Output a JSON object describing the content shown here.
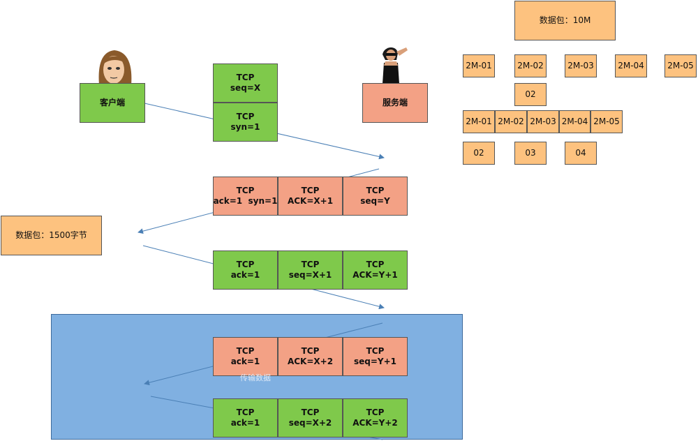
{
  "actors": {
    "client": "客户端",
    "server": "服务端"
  },
  "handshake": {
    "syn": {
      "l1": "TCP",
      "l2": "seq=X"
    },
    "syn_flag": {
      "l1": "TCP",
      "l2": "syn=1"
    },
    "synack": [
      {
        "l1": "TCP",
        "l2": "ack=1  syn=1"
      },
      {
        "l1": "TCP",
        "l2": "ACK=X+1"
      },
      {
        "l1": "TCP",
        "l2": "seq=Y"
      }
    ],
    "ack": [
      {
        "l1": "TCP",
        "l2": "ack=1"
      },
      {
        "l1": "TCP",
        "l2": "seq=X+1"
      },
      {
        "l1": "TCP",
        "l2": "ACK=Y+1"
      }
    ]
  },
  "transfer": {
    "server_ack": [
      {
        "l1": "TCP",
        "l2": "ack=1"
      },
      {
        "l1": "TCP",
        "l2": "ACK=X+2"
      },
      {
        "l1": "TCP",
        "l2": "seq=Y+1"
      }
    ],
    "client_ack": [
      {
        "l1": "TCP",
        "l2": "ack=1"
      },
      {
        "l1": "TCP",
        "l2": "seq=X+2"
      },
      {
        "l1": "TCP",
        "l2": "ACK=Y+2"
      }
    ],
    "faint_label": "传输数据"
  },
  "packet_small": "数据包：1500字节",
  "packet_big": "数据包：10M",
  "segments_row1": [
    "2M-01",
    "2M-02",
    "2M-03",
    "2M-04",
    "2M-05"
  ],
  "segment_single": "02",
  "segments_row2": [
    "2M-01",
    "2M-02",
    "2M-03",
    "2M-04",
    "2M-05"
  ],
  "segments_row3": [
    "02",
    "03",
    "04"
  ],
  "colors": {
    "green": "#7fc94b",
    "salmon": "#f3a185",
    "orange": "#fdc27f",
    "blue_panel": "#80b0e1",
    "arrow": "#4a7fb5"
  }
}
